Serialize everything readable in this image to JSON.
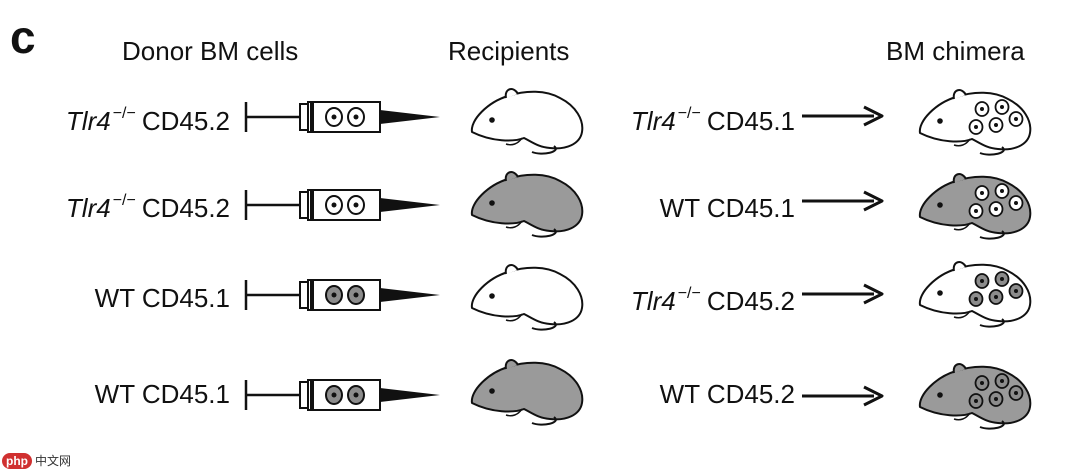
{
  "panel_label": "c",
  "headers": {
    "donor": "Donor BM cells",
    "recipients": "Recipients",
    "chimera": "BM chimera"
  },
  "rows": [
    {
      "donor": {
        "gene": "Tlr4",
        "sup": "−/−",
        "marker": "CD45.2"
      },
      "recipient": {
        "gene": "Tlr4",
        "sup": "−/−",
        "marker": "CD45.1"
      },
      "recipient_mouse": "white",
      "donor_cells": "white",
      "chimera_mouse": "white",
      "chimera_cells": "white"
    },
    {
      "donor": {
        "gene": "Tlr4",
        "sup": "−/−",
        "marker": "CD45.2"
      },
      "recipient": {
        "gene": "",
        "sup": "",
        "marker": "WT CD45.1"
      },
      "recipient_mouse": "grey",
      "donor_cells": "white",
      "chimera_mouse": "grey",
      "chimera_cells": "white"
    },
    {
      "donor": {
        "gene": "",
        "sup": "",
        "marker": "WT CD45.1"
      },
      "recipient": {
        "gene": "Tlr4",
        "sup": "−/−",
        "marker": "CD45.2"
      },
      "recipient_mouse": "white",
      "donor_cells": "grey",
      "chimera_mouse": "white",
      "chimera_cells": "grey"
    },
    {
      "donor": {
        "gene": "",
        "sup": "",
        "marker": "WT CD45.1"
      },
      "recipient": {
        "gene": "",
        "sup": "",
        "marker": "WT CD45.2"
      },
      "recipient_mouse": "grey",
      "donor_cells": "grey",
      "chimera_mouse": "grey",
      "chimera_cells": "grey"
    }
  ],
  "colors": {
    "grey_fill": "#9a9a9a",
    "white_fill": "#ffffff",
    "stroke": "#111111",
    "cell_grey": "#8c8c8c"
  },
  "icons": {
    "syringe": "syringe-icon",
    "mouse": "mouse-icon",
    "arrow": "right-arrow-icon"
  },
  "watermark": {
    "logo": "php",
    "text": "中文网"
  }
}
